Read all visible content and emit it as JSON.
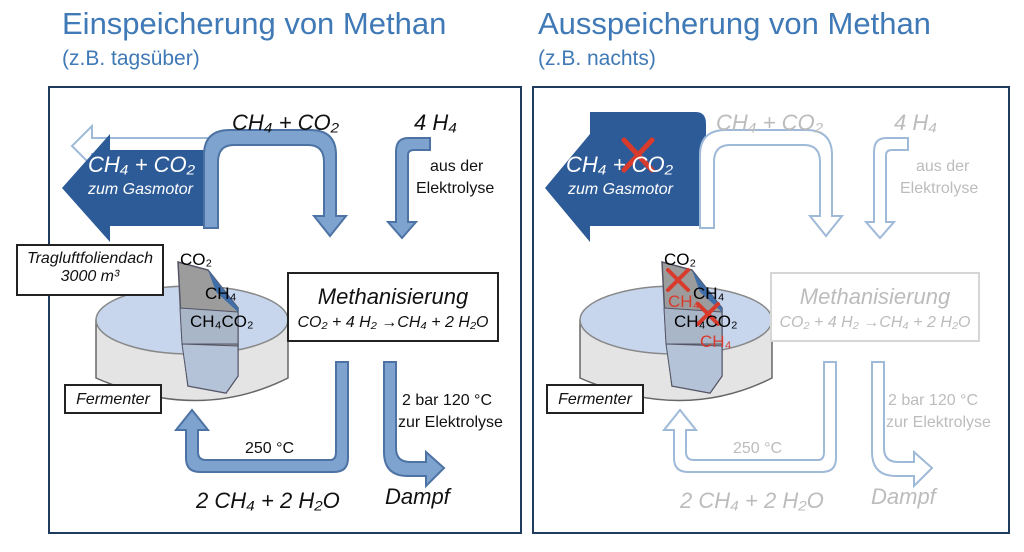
{
  "left": {
    "title": "Einspeicherung von Methan",
    "subtitle": "(z.B. tagsüber)",
    "out_arrow_line1": "CH₄ + CO₂",
    "out_arrow_line2": "zum Gasmotor",
    "top_label": "CH₄ + CO₂",
    "h_input": "4 H₄",
    "aus_der": "aus der",
    "elektrolyse": "Elektrolyse",
    "tank_label_line1": "Tragluftfoliendach",
    "tank_label_line2": "3000 m³",
    "layer_co2": "CO₂",
    "layer_ch4": "CH₄",
    "layer_ch4co2": "CH₄CO₂",
    "meth_title": "Methanisierung",
    "meth_eq": "CO₂ + 4 H₂ →CH₄ + 2 H₂O",
    "fermenter": "Fermenter",
    "temp": "250 °C",
    "bar_line1": "2 bar 120 °C",
    "bar_line2": "zur Elektrolyse",
    "bottom_eq": "2 CH₄ + 2 H₂O",
    "dampf": "Dampf"
  },
  "right": {
    "title": "Ausspeicherung von Methan",
    "subtitle": "(z.B. nachts)",
    "out_arrow_line1": "CH₄ + CO₂",
    "out_arrow_line2": "zum Gasmotor",
    "top_label": "CH₄ + CO₂",
    "h_input": "4 H₄",
    "aus_der": "aus der",
    "elektrolyse": "Elektrolyse",
    "layer_co2": "CO₂",
    "layer_ch4_red": "CH₄",
    "layer_ch4": "CH₄",
    "layer_ch4co2": "CH₄CO₂",
    "layer_ch4_red2": "CH₄",
    "meth_title": "Methanisierung",
    "meth_eq": "CO₂ + 4 H₂ →CH₄ + 2 H₂O",
    "fermenter": "Fermenter",
    "temp": "250 °C",
    "bar_line1": "2 bar 120 °C",
    "bar_line2": "zur Elektrolyse",
    "bottom_eq": "2 CH₄ + 2 H₂O",
    "dampf": "Dampf"
  },
  "colors": {
    "title": "#3f79b6",
    "dark_arrow": "#2d5b97",
    "mid_arrow": "#7fa3cf",
    "ghost_arrow": "#9fb9d8",
    "cross": "#d83a2c"
  }
}
